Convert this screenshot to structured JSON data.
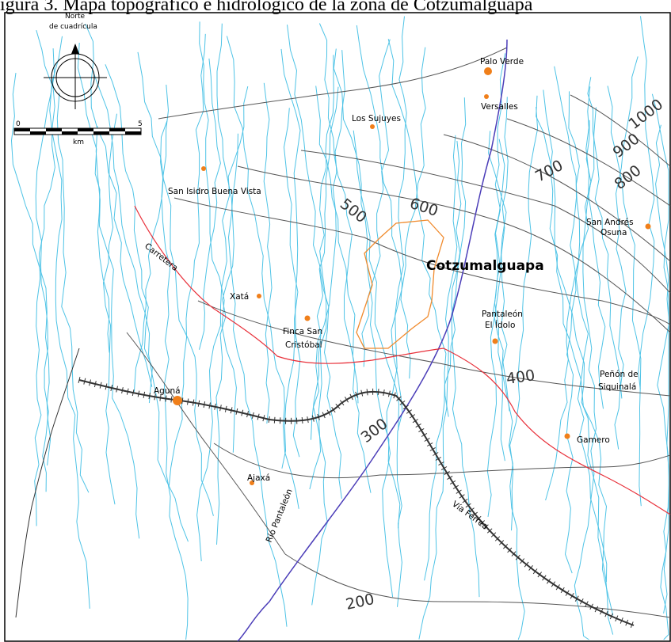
{
  "caption": "igura 3. Mapa topográfico e hidrológico de la zona de Cotzumalguapa",
  "north": {
    "label_top": "Norte",
    "label_bottom": "de cuadrícula"
  },
  "scale": {
    "start": "0",
    "end": "5",
    "unit": "km"
  },
  "places": {
    "palo_verde": "Palo Verde",
    "versalles": "Versalles",
    "los_sujuyes": "Los Sujuyes",
    "san_isidro": "San Isidro Buena Vista",
    "san_andres_1": "San Andrés",
    "san_andres_2": "Osuna",
    "cotzumalguapa": "Cotzumalguapa",
    "xata": "Xatá",
    "finca_1": "Finca San",
    "finca_2": "Cristóbal",
    "pantaleon_1": "Pantaleón",
    "pantaleon_2": "El Ídolo",
    "penon_1": "Peñón de",
    "penon_2": "Siquinalá",
    "aguna": "Aguná",
    "gamero": "Gamero",
    "ajaxa": "Ajaxá"
  },
  "features": {
    "carretera": "Carretera",
    "rio": "Río Pantaleón",
    "via": "Vía Férrea"
  },
  "contours": {
    "c1000": "1000",
    "c900": "900",
    "c800": "800",
    "c700": "700",
    "c600": "600",
    "c500": "500",
    "c400": "400",
    "c300": "300",
    "c200": "200"
  },
  "colors": {
    "rivers": "#4ec3e6",
    "contours": "#555555",
    "road": "#e8303a",
    "main_river": "#4b3db8",
    "urban": "#f08a2c",
    "settlement": "#f07f1a",
    "rail": "#333333"
  }
}
